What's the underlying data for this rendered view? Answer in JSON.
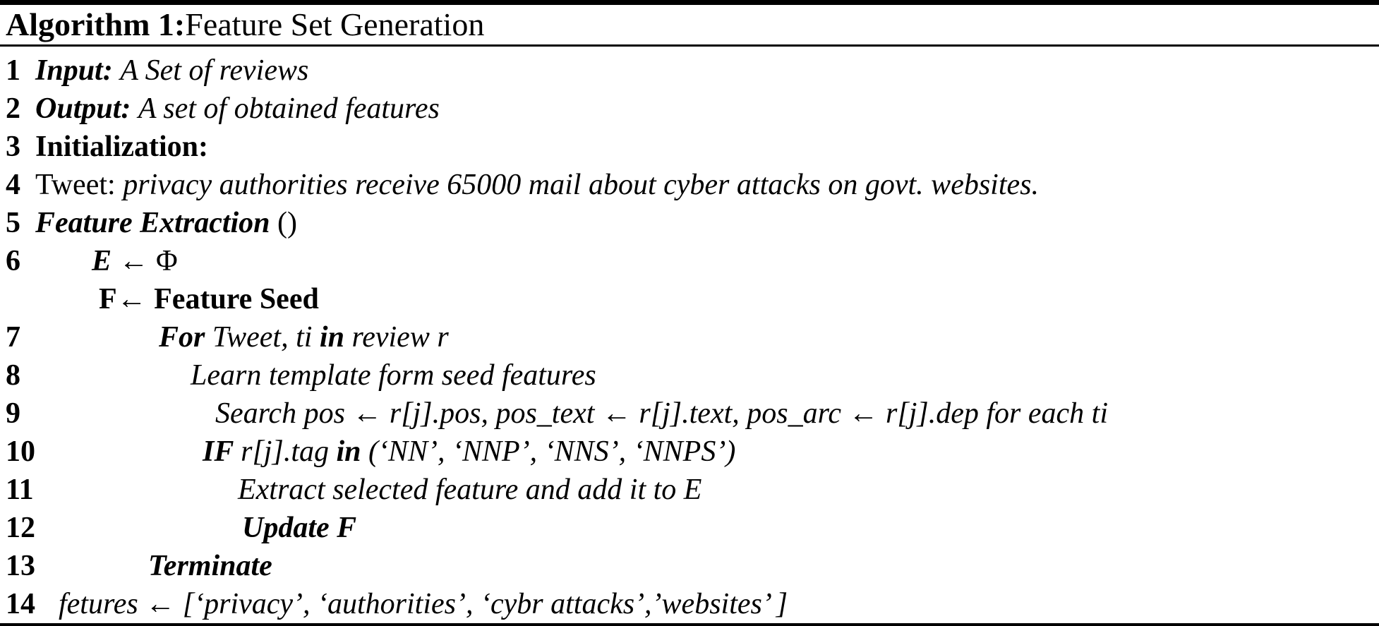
{
  "title": {
    "prefix": "Algorithm 1:",
    "name": " Feature Set Generation"
  },
  "lines": [
    {
      "num": "1",
      "segments": [
        {
          "t": "Input: "
        },
        {
          "t": "A Set of reviews"
        }
      ]
    },
    {
      "num": "2",
      "segments": [
        {
          "t": "Output: "
        },
        {
          "t": "A set of obtained features"
        }
      ]
    },
    {
      "num": "3",
      "segments": [
        {
          "t": "Initialization:"
        }
      ]
    },
    {
      "num": "4",
      "segments": [
        {
          "t": "Tweet: "
        },
        {
          "t": "privacy authorities receive 65000 mail about cyber attacks on govt. websites."
        }
      ]
    },
    {
      "num": "5",
      "segments": [
        {
          "t": "Feature Extraction "
        },
        {
          "t": "()"
        }
      ]
    },
    {
      "num": "6",
      "segments": [
        {
          "t": "E"
        },
        {
          "t": " ← Φ"
        }
      ]
    },
    {
      "num": "",
      "segments": [
        {
          "t": "F"
        },
        {
          "t": "← "
        },
        {
          "t": "Feature Seed"
        }
      ]
    },
    {
      "num": "7",
      "segments": [
        {
          "t": "For "
        },
        {
          "t": "Tweet, ti "
        },
        {
          "t": "in "
        },
        {
          "t": "review r"
        }
      ]
    },
    {
      "num": "8",
      "segments": [
        {
          "t": "Learn template form seed features"
        }
      ]
    },
    {
      "num": "9",
      "segments": [
        {
          "t": "Search pos ← r[j].pos, pos_text ← r[j].text, pos_arc ← r[j].dep for each ti"
        }
      ]
    },
    {
      "num": "10",
      "segments": [
        {
          "t": "IF "
        },
        {
          "t": "r[j].tag "
        },
        {
          "t": "in "
        },
        {
          "t": "(‘NN’, ‘NNP’, ‘NNS’, ‘NNPS’)"
        }
      ]
    },
    {
      "num": "11",
      "segments": [
        {
          "t": "Extract selected feature and add it to E"
        }
      ]
    },
    {
      "num": "12",
      "segments": [
        {
          "t": "Update F"
        }
      ]
    },
    {
      "num": "13",
      "segments": [
        {
          "t": "Terminate"
        }
      ]
    },
    {
      "num": "14",
      "segments": [
        {
          "t": "fetures ← [‘privacy’, ‘authorities’, ‘cybr attacks’,’websites’ ]"
        }
      ]
    }
  ]
}
